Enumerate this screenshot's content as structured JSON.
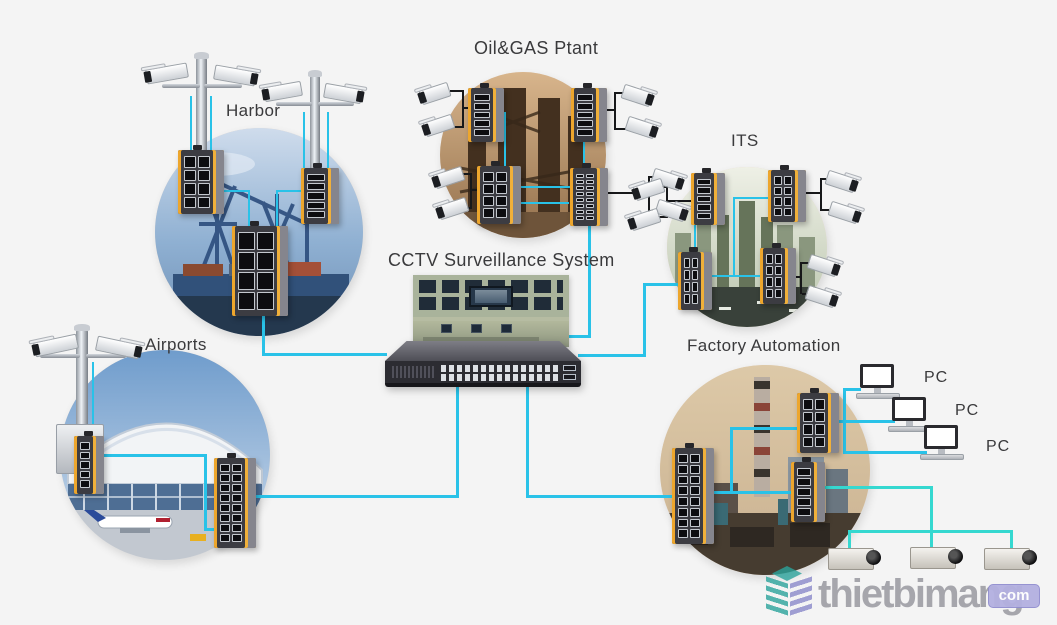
{
  "canvas": {
    "background": "#f4f4f4"
  },
  "colors": {
    "link_line": "#29c2e8",
    "link_line_teal": "#35d8d0",
    "switch_stripe": "#eda62d",
    "switch_body": "#3c3c42",
    "logo_gray": "#a0a0a6",
    "logo_badge": "#b3b0e0"
  },
  "sections": {
    "harbor": {
      "label": "Harbor"
    },
    "oil_gas": {
      "label": "Oil&GAS Ptant"
    },
    "its": {
      "label": "ITS"
    },
    "cctv": {
      "label": "CCTV Surveillance System"
    },
    "airports": {
      "label": "Airports"
    },
    "factory": {
      "label": "Factory Automation"
    }
  },
  "pcs": [
    {
      "label": "PC"
    },
    {
      "label": "PC"
    },
    {
      "label": "PC"
    }
  ],
  "watermark": {
    "brand": "thietbimang",
    "tld": "com"
  }
}
